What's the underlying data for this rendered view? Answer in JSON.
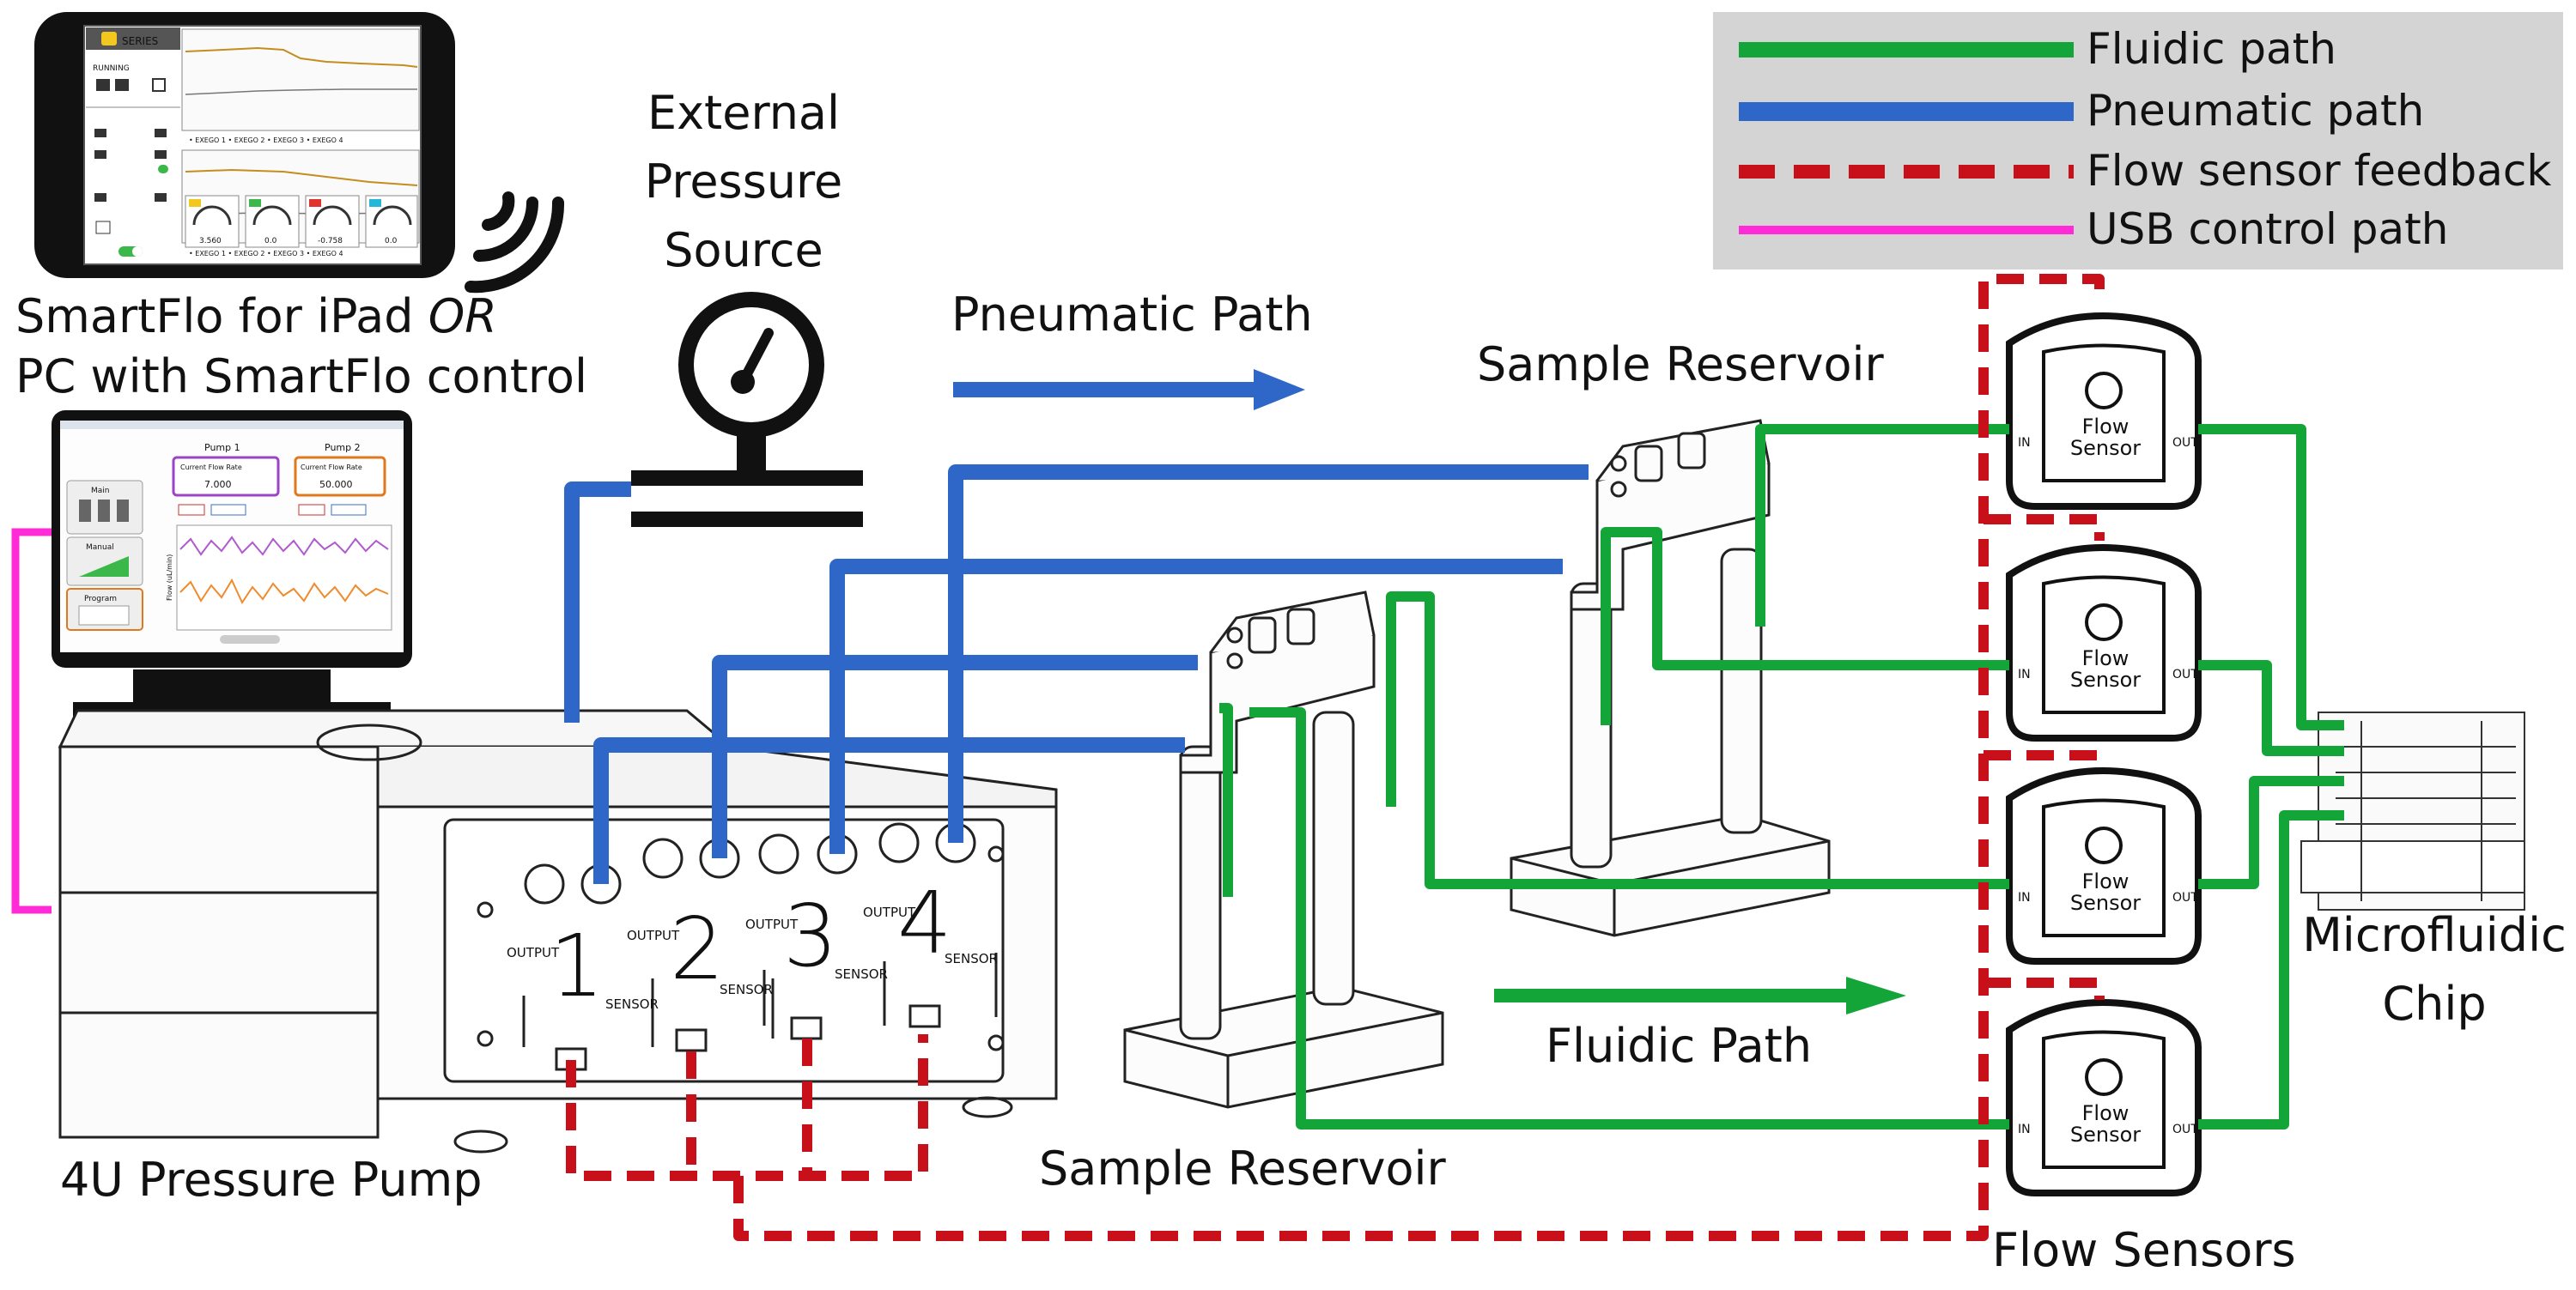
{
  "legend": {
    "items": [
      {
        "label": "Fluidic path",
        "color": "#13a538",
        "style": "solid"
      },
      {
        "label": "Pneumatic path",
        "color": "#2f67c8",
        "style": "solid"
      },
      {
        "label": "Flow sensor feedback",
        "color": "#c8101a",
        "style": "dashed"
      },
      {
        "label": "USB control path",
        "color": "#ff2bd6",
        "style": "solid"
      }
    ]
  },
  "labels": {
    "external_pressure": [
      "External",
      "Pressure",
      "Source"
    ],
    "pneumatic_path": "Pneumatic Path",
    "fluidic_path": "Fluidic Path",
    "sample_reservoir_top": "Sample Reservoir",
    "sample_reservoir_bottom": "Sample Reservoir",
    "smartflo_line1_a": "SmartFlo for iPad ",
    "smartflo_line1_b": "OR",
    "smartflo_line2": "PC with SmartFlo control",
    "pump": "4U Pressure Pump",
    "flow_sensors": "Flow Sensors",
    "chip": [
      "Microfluidic",
      "Chip"
    ]
  },
  "pump_channels": [
    "1",
    "2",
    "3",
    "4"
  ],
  "pump_panel": {
    "output": "OUTPUT",
    "sensor": "SENSOR"
  },
  "sensor_body": {
    "line1": "Flow",
    "line2": "Sensor",
    "in": "IN",
    "out": "OUT"
  },
  "ipad_screen": {
    "title": "SERIES",
    "status": "RUNNING",
    "legend_text": "• EXEGO 1 • EXEGO 2 • EXEGO 3 • EXEGO 4",
    "gauges": [
      "3.560",
      "0.0",
      "-0.758",
      "0.0"
    ],
    "gauge_colors": [
      "#f2c81e",
      "#3cb84a",
      "#e0342a",
      "#25b7d8"
    ]
  },
  "monitor_screen": {
    "pump1": "Pump 1",
    "pump2": "Pump 2",
    "cfr": "Current Flow Rate",
    "value1": "7.000",
    "value2": "50.000",
    "menu": [
      "Main",
      "Manual",
      "Program"
    ],
    "ylabel": "Flow (uL/min)"
  },
  "colors": {
    "fluidic": "#13a538",
    "pneumatic": "#2f67c8",
    "feedback": "#c8101a",
    "usb": "#ff2bd6",
    "legend_bg": "#d4d4d4"
  }
}
